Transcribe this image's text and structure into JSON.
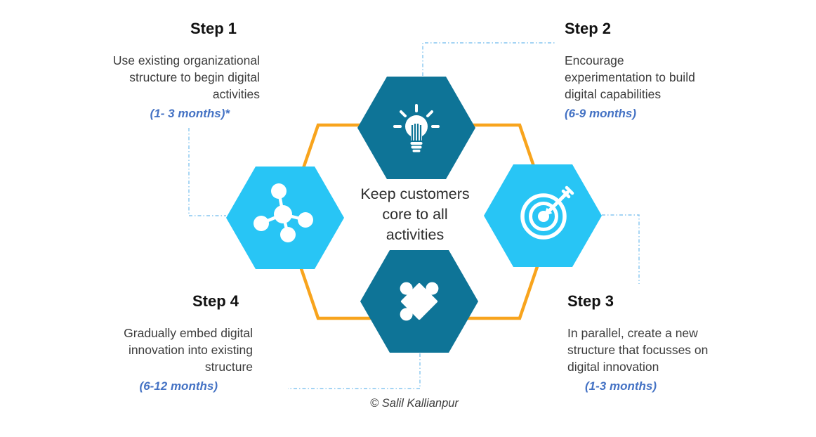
{
  "colors": {
    "teal": "#0e7497",
    "cyan": "#28c5f5",
    "orange": "#f8a41d",
    "duration_blue": "#4472c4",
    "connector_blue": "#85c6f0",
    "icon_white": "#ffffff",
    "title_text": "#111111",
    "body_text": "#3c3c3c"
  },
  "center_label": {
    "text": "Keep customers\ncore to all\nactivities"
  },
  "steps": [
    {
      "title": "Step 1",
      "body": "Use existing organizational\nstructure to begin digital\nactivities",
      "duration": "(1- 3 months)*"
    },
    {
      "title": "Step 2",
      "body": "Encourage\nexperimentation to build\ndigital capabilities",
      "duration": "(6-9 months)"
    },
    {
      "title": "Step 3",
      "body": "In parallel, create a new\nstructure that focusses on\ndigital innovation",
      "duration": "(1-3 months)"
    },
    {
      "title": "Step 4",
      "body": "Gradually embed digital\ninnovation into existing\nstructure",
      "duration": "(6-12 months)"
    }
  ],
  "hexagons": [
    {
      "name": "idea",
      "icon": "lightbulb-icon"
    },
    {
      "name": "network",
      "icon": "molecule-icon"
    },
    {
      "name": "target",
      "icon": "target-icon"
    },
    {
      "name": "integration",
      "icon": "puzzle-icon"
    }
  ],
  "footer": {
    "copyright": "© Salil Kallianpur"
  }
}
